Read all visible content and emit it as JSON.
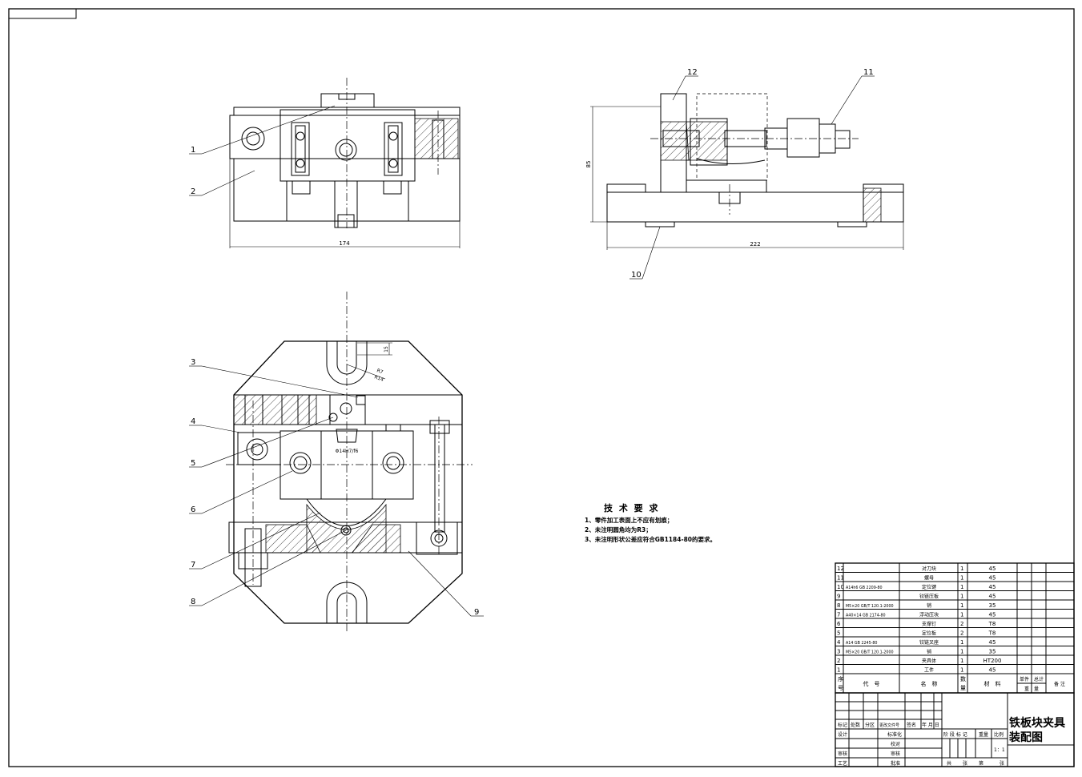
{
  "dimensions": {
    "front_width": "174",
    "side_width": "222",
    "side_height": "85",
    "top_slot": "15",
    "r_inner": "R7",
    "r_outer": "R14",
    "fit": "Φ14H7/f6"
  },
  "leaders": [
    "1",
    "2",
    "3",
    "4",
    "5",
    "6",
    "7",
    "8",
    "9",
    "10",
    "11",
    "12"
  ],
  "requirements": {
    "title": "技 术 要 求",
    "items": [
      "1、零件加工表面上不应有划痕；",
      "2、未注明圆角均为R3；",
      "3、未注明形状公差应符合GB1184-80的要求。"
    ]
  },
  "bom": {
    "rows": [
      {
        "no": "12",
        "code": "",
        "name": "对刀块",
        "qty": "1",
        "mat": "45"
      },
      {
        "no": "11",
        "code": "",
        "name": "螺母",
        "qty": "1",
        "mat": "45"
      },
      {
        "no": "10",
        "code": "A14h6 GB 2209-80",
        "name": "定位键",
        "qty": "1",
        "mat": "45"
      },
      {
        "no": "9",
        "code": "",
        "name": "铰链压板",
        "qty": "1",
        "mat": "45"
      },
      {
        "no": "8",
        "code": "M5×20 GB/T 120.1-2000",
        "name": "销",
        "qty": "1",
        "mat": "35"
      },
      {
        "no": "7",
        "code": "A40×14 GB 2174-80",
        "name": "浮动压块",
        "qty": "1",
        "mat": "45"
      },
      {
        "no": "6",
        "code": "",
        "name": "支撑钉",
        "qty": "2",
        "mat": "T8"
      },
      {
        "no": "5",
        "code": "",
        "name": "定位板",
        "qty": "2",
        "mat": "T8"
      },
      {
        "no": "4",
        "code": "A14 GB 2245-80",
        "name": "铰链叉座",
        "qty": "1",
        "mat": "45"
      },
      {
        "no": "3",
        "code": "M5×20 GB/T 120.1-2000",
        "name": "销",
        "qty": "1",
        "mat": "35"
      },
      {
        "no": "2",
        "code": "",
        "name": "夹具体",
        "qty": "1",
        "mat": "HT200"
      },
      {
        "no": "1",
        "code": "",
        "name": "工件",
        "qty": "1",
        "mat": "45"
      }
    ],
    "header": {
      "no_a": "序",
      "no_b": "号",
      "code": "代　号",
      "name": "名　称",
      "qty_a": "数",
      "qty_b": "量",
      "mat": "材　料",
      "unit_a": "单件",
      "unit_b": "重　量",
      "total": "总计",
      "remark": "备 注"
    }
  },
  "titleblock": {
    "title_line1": "铁板块夹具",
    "title_line2": "装配图",
    "mark": "标记",
    "zone_count": "处数",
    "zone": "分区",
    "change_doc": "更改文件号",
    "sign": "签名",
    "date": "年 月 日",
    "design": "设计",
    "std": "标准化",
    "review": "审核",
    "process": "工艺",
    "proof": "审核",
    "drawn": "校对",
    "approve": "批准",
    "stage": "阶 段 标 记",
    "weight": "重量",
    "scale_lbl": "比例",
    "scale": "1：1",
    "total_sheets": "共",
    "sheet_unit": "张",
    "sheet_no": "第",
    "sheet_unit2": "张"
  }
}
